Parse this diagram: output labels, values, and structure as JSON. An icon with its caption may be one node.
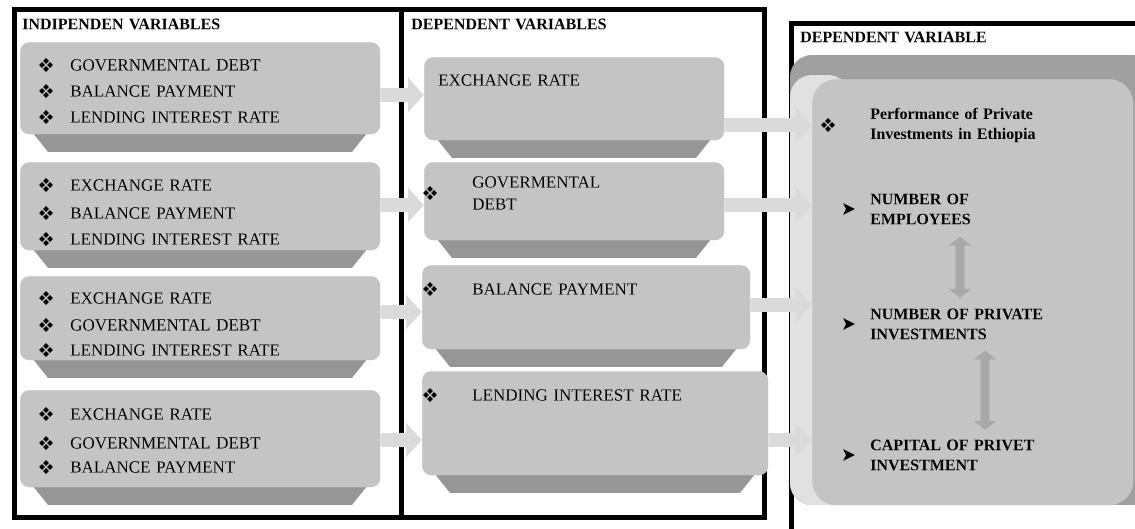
{
  "diagram": {
    "nodes": [
      {
        "text": [
          "INDIPENDEN VARIABLES"
        ]
      },
      {
        "text": [
          "GOVERNMENTAL DEBT",
          "BALANCE PAYMENT",
          "LENDING INTEREST RATE"
        ],
        "in": 0
      },
      {
        "text": [
          "EXCHANGE RATE",
          "BALANCE PAYMENT",
          "LENDING INTEREST RATE"
        ],
        "in": 0
      },
      {
        "text": [
          "EXCHANGE RATE",
          "GOVERNMENTAL DEBT",
          "LENDING INTEREST RATE"
        ],
        "in": 0
      },
      {
        "text": [
          "EXCHANGE RATE",
          "GOVERNMENTAL DEBT",
          "BALANCE PAYMENT"
        ],
        "in": 0
      },
      {
        "text": [
          "DEPENDENT VARIABLES"
        ]
      },
      {
        "text": [
          "EXCHANGE RATE"
        ],
        "in": 5
      },
      {
        "text": [
          "GOVERMENTAL DEBT"
        ],
        "in": 5
      },
      {
        "text": [
          "BALANCE PAYMENT"
        ],
        "in": 5
      },
      {
        "text": [
          "LENDING INTEREST RATE"
        ],
        "in": 5
      },
      {
        "text": [
          "DEPENDENT VARIABLE"
        ]
      },
      {
        "text": [
          "Performance of Private Investments in Ethiopia"
        ],
        "in": 10
      },
      {
        "text": [
          "NUMBER OF EMPLOYEES"
        ],
        "in": 11
      },
      {
        "text": [
          "NUMBER OF PRIVATE INVESTMENTS"
        ],
        "in": 11
      },
      {
        "text": [
          "CAPITAL OF PRIVET INVESTMENT"
        ],
        "in": 11
      }
    ],
    "edges": [
      {
        "from": 1,
        "to": 6,
        "arrow": "to"
      },
      {
        "from": 2,
        "to": 7,
        "arrow": "to"
      },
      {
        "from": 3,
        "to": 8,
        "arrow": "to"
      },
      {
        "from": 4,
        "to": 9,
        "arrow": "to"
      },
      {
        "from": 6,
        "to": 11,
        "arrow": "to"
      },
      {
        "from": 7,
        "to": 11,
        "arrow": "to"
      },
      {
        "from": 8,
        "to": 11,
        "arrow": "to"
      },
      {
        "from": 9,
        "to": 11,
        "arrow": "to"
      },
      {
        "from": 12,
        "to": 13,
        "arrow": "both"
      },
      {
        "from": 13,
        "to": 14,
        "arrow": "both"
      }
    ]
  }
}
